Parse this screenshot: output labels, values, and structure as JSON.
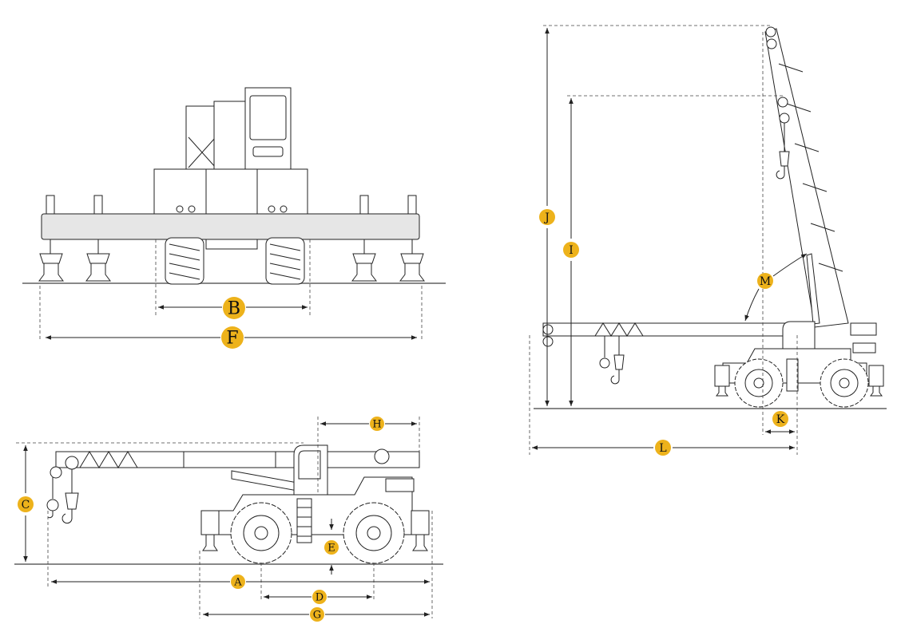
{
  "badge_color": "#EDB21B",
  "front_view": {
    "labels": {
      "b": "B",
      "f": "F"
    }
  },
  "side_view": {
    "labels": {
      "a": "A",
      "c": "C",
      "d": "D",
      "e": "E",
      "g": "G",
      "h": "H"
    }
  },
  "raised_view": {
    "labels": {
      "i": "I",
      "j": "J",
      "k": "K",
      "l": "L",
      "m": "M"
    }
  }
}
